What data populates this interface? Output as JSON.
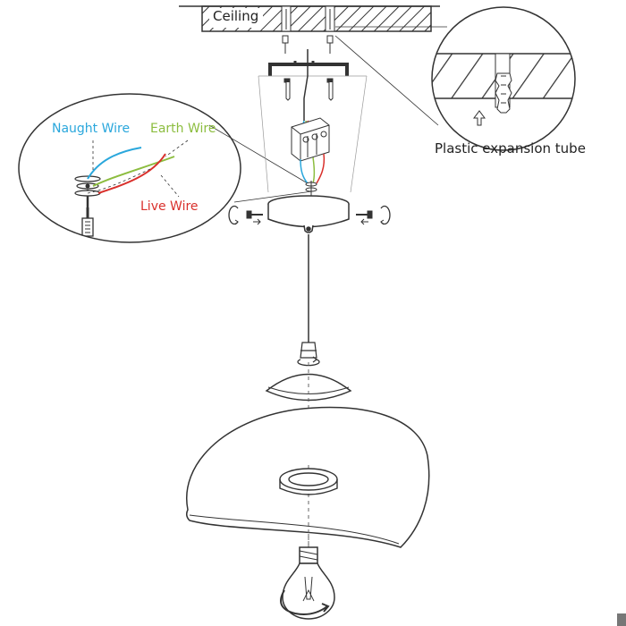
{
  "labels": {
    "ceiling": "Ceiling",
    "naught_wire": "Naught Wire",
    "earth_wire": "Earth Wire",
    "live_wire": "Live Wire",
    "expansion_tube": "Plastic expansion tube"
  },
  "colors": {
    "naught_wire": "#2aa7dc",
    "earth_wire": "#8cbd3f",
    "live_wire": "#d9302c",
    "line": "#333333"
  }
}
